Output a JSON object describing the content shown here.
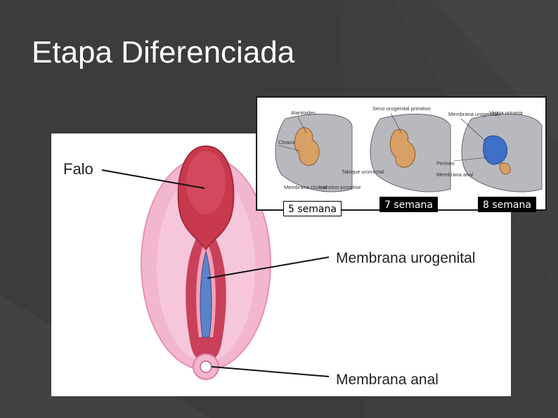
{
  "slide": {
    "title": "Etapa Diferenciada"
  },
  "main_figure": {
    "labels": {
      "falo": "Falo",
      "membrana_urogenital": "Membrana urogenital",
      "membrana_anal": "Membrana anal"
    },
    "colors": {
      "phallus": "#c8394d",
      "swelling": "#f0a6c4",
      "membrane": "#5b83c9"
    }
  },
  "inset_figure": {
    "labels": {
      "alantoides": "Alantoides",
      "seno": "Seno urogenital primitivo",
      "membrana_urogenital": "Membrana urogenital",
      "vejiga": "Vejiga urinaria",
      "cloaca": "Cloaca",
      "perineo": "Perineo",
      "tabique": "Tabique urorrectal",
      "membrana_anal": "Membrana anal",
      "membrana_cloacal": "Membrana cloacal",
      "intestino": "Intestino posterior"
    },
    "week_labels": [
      "5 semana",
      "7 semana",
      "8 semana"
    ]
  }
}
